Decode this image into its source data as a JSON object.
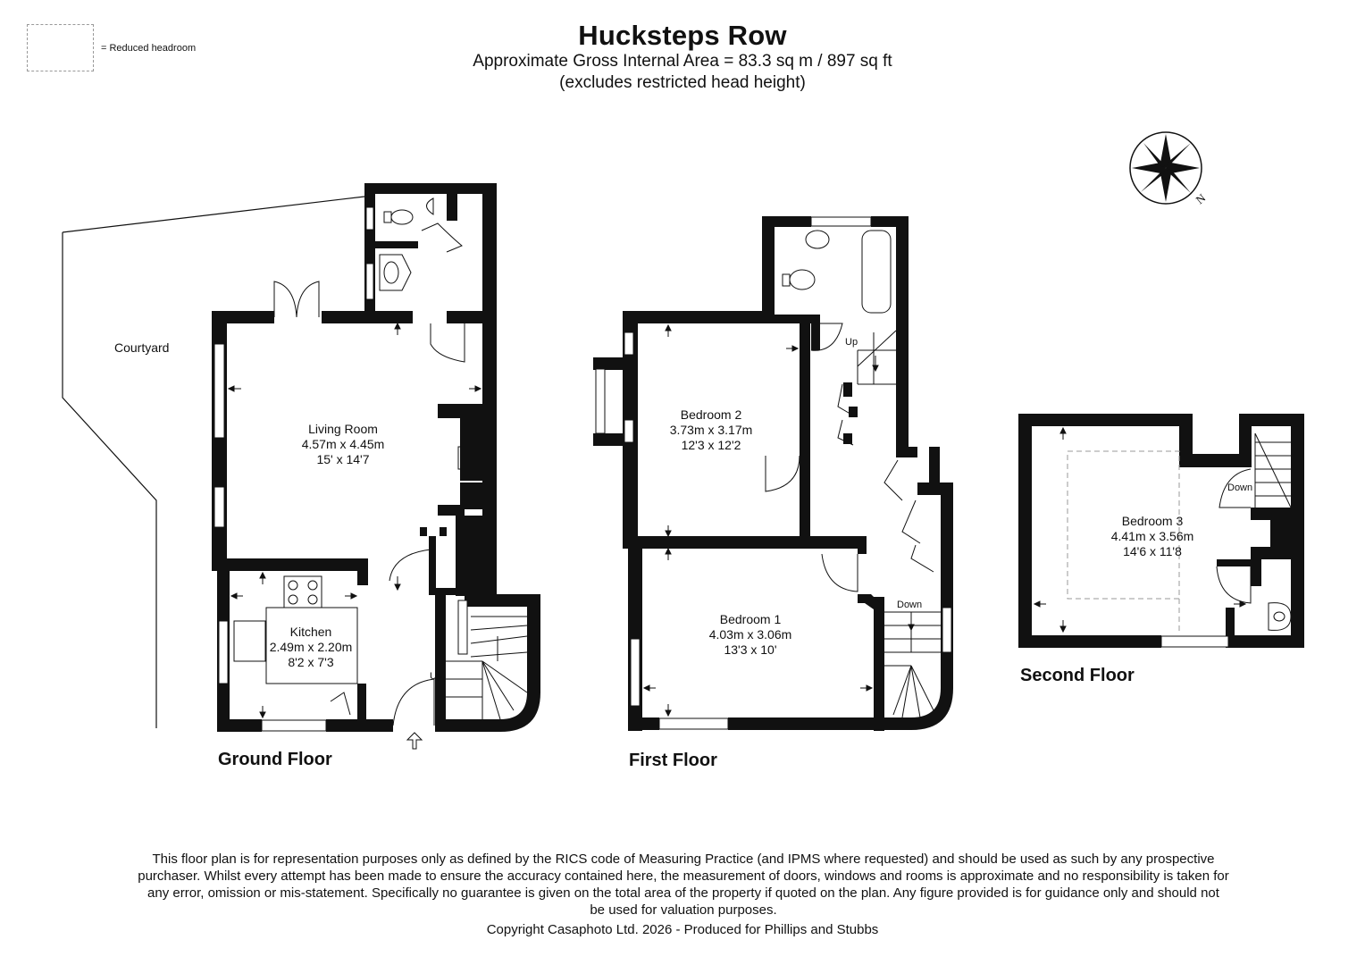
{
  "header": {
    "title": "Hucksteps Row",
    "area_line": "Approximate Gross Internal Area = 83.3 sq m / 897 sq ft",
    "note_line": "(excludes restricted head height)"
  },
  "legend": {
    "label": "= Reduced headroom"
  },
  "compass": {
    "label": "N"
  },
  "floors": {
    "ground": {
      "label": "Ground Floor",
      "courtyard": "Courtyard",
      "living_room": {
        "name": "Living Room",
        "metric": "4.57m x 4.45m",
        "imperial": "15' x 14'7"
      },
      "kitchen": {
        "name": "Kitchen",
        "metric": "2.49m x 2.20m",
        "imperial": "8'2 x 7'3"
      },
      "stairs": "Up"
    },
    "first": {
      "label": "First Floor",
      "bedroom2": {
        "name": "Bedroom 2",
        "metric": "3.73m x 3.17m",
        "imperial": "12'3 x 12'2"
      },
      "bedroom1": {
        "name": "Bedroom 1",
        "metric": "4.03m x 3.06m",
        "imperial": "13'3 x 10'"
      },
      "stairs_up": "Up",
      "stairs_down": "Down"
    },
    "second": {
      "label": "Second Floor",
      "bedroom3": {
        "name": "Bedroom 3",
        "metric": "4.41m x 3.56m",
        "imperial": "14'6 x 11'8"
      },
      "stairs_down": "Down"
    }
  },
  "footer": {
    "disclaimer_lines": [
      "This floor plan is for representation purposes only as defined by the RICS code of Measuring Practice (and IPMS where requested) and should be used as such by any prospective",
      "purchaser. Whilst every attempt has been made to ensure the accuracy contained here, the measurement of doors, windows and rooms is approximate and no responsibility is taken for",
      "any error, omission or mis-statement. Specifically no guarantee is given on the total area of the property if quoted on the plan. Any figure provided is for guidance only and should not",
      "be used for valuation purposes."
    ],
    "copyright": "Copyright Casaphoto Ltd. 2026 - Produced for Phillips and Stubbs"
  }
}
